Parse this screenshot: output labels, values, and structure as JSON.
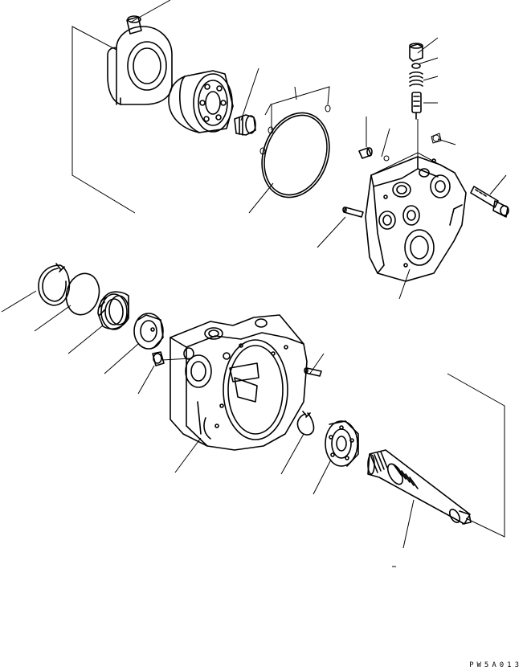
{
  "diagram": {
    "drawing_code": "PW5A013",
    "parts": [
      "swash-plate-cover",
      "cylinder-block",
      "bushing",
      "o-ring-large",
      "small-o-rings",
      "plug-with-spring-stack",
      "plug",
      "pin",
      "end-cap-body",
      "bolt",
      "dowel-pin",
      "snap-ring",
      "oil-seal-disc",
      "seal-assembly",
      "bearing",
      "fitting-plug",
      "pump-case",
      "dowel-pin-case",
      "snap-ring-small",
      "ball-bearing",
      "drive-shaft"
    ]
  }
}
